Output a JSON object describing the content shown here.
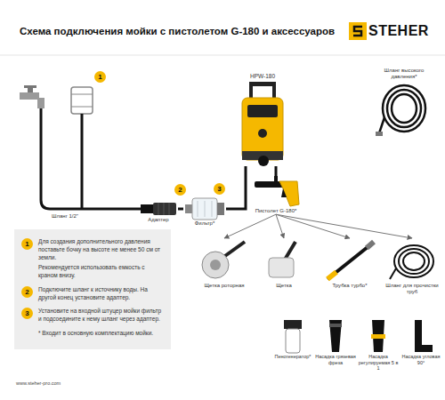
{
  "diagram": {
    "title": "Схема подключения мойки с пистолетом G-180 и аксессуаров",
    "nodes": [
      {
        "text": [
          "Адаптер"
        ]
      },
      {
        "text": [
          "Фильтр*"
        ]
      },
      {
        "text": [
          "HPW-180"
        ]
      },
      {
        "text": [
          "Шланг высокого давления*"
        ]
      },
      {
        "text": [
          "Пистолет G-180*"
        ]
      },
      {
        "text": [
          "Щетка роторная"
        ]
      },
      {
        "text": [
          "Щетка"
        ]
      },
      {
        "text": [
          "Трубка турбо*"
        ]
      },
      {
        "text": [
          "Шланг для прочистки труб"
        ]
      },
      {
        "text": [
          "Пеногенератор*"
        ]
      },
      {
        "text": [
          "Насадка грязевая фреза"
        ]
      },
      {
        "text": [
          "Насадка регулируемая 5 в 1"
        ]
      },
      {
        "text": [
          "Насадка угловая 90°"
        ]
      },
      {
        "text": [
          "Для создания дополнительного давления поставьте бочку на высоте не менее 50 см от земли.",
          "Рекомендуется использовать емкость с краном внизу.",
          "Подключите шланг к источнику воды. На другой конец установите адаптер.",
          "Установите на входной штуцер мойки фильтр и подсоедините к нему шланг через адаптер.",
          "* Входит в основную комплектацию мойки."
        ]
      }
    ],
    "edges": [
      {
        "from": 0,
        "to": 1,
        "arrow": "none"
      },
      {
        "from": 1,
        "to": 2,
        "arrow": "none"
      },
      {
        "from": 2,
        "to": 4,
        "arrow": "none"
      },
      {
        "from": 4,
        "to": 5,
        "arrow": "to"
      },
      {
        "from": 4,
        "to": 6,
        "arrow": "to"
      },
      {
        "from": 4,
        "to": 7,
        "arrow": "to"
      },
      {
        "from": 4,
        "to": 8,
        "arrow": "to"
      }
    ],
    "labels": [
      "STEHER",
      "1",
      "2",
      "3",
      "Шланг 1/2\"",
      "1",
      "2",
      "3",
      "www.steher-pro.com"
    ]
  }
}
